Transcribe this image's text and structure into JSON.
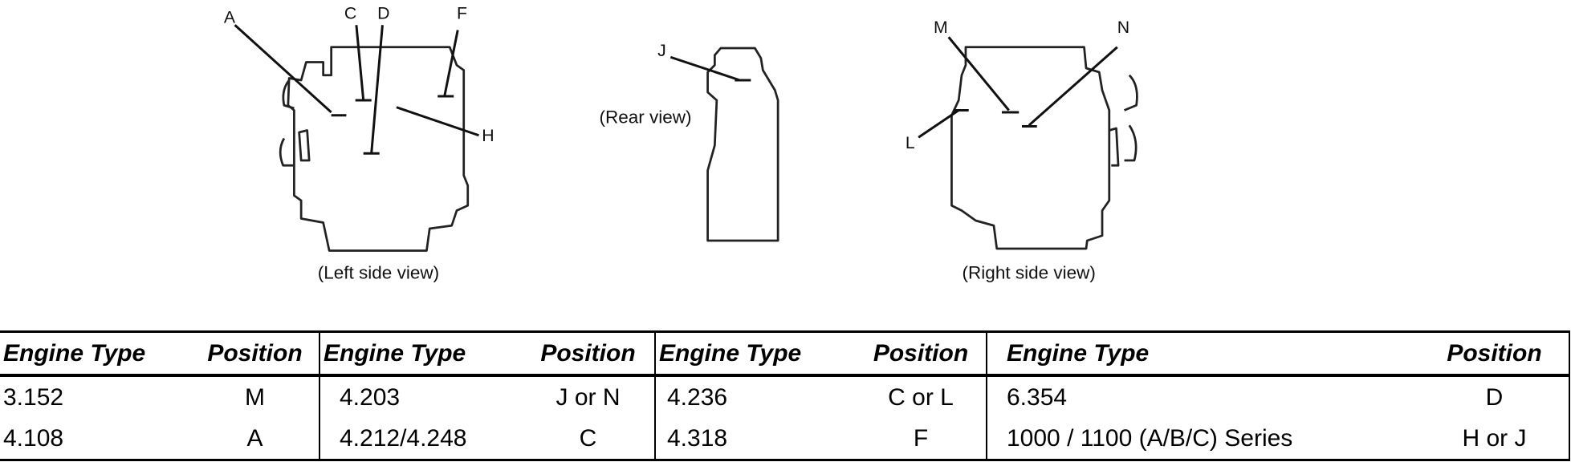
{
  "diagram": {
    "labels": {
      "A": "A",
      "C": "C",
      "D": "D",
      "F": "F",
      "H": "H",
      "J": "J",
      "M": "M",
      "N": "N",
      "L": "L"
    },
    "captions": {
      "left": "(Left side view)",
      "rear": "(Rear view)",
      "right": "(Right side view)"
    }
  },
  "table": {
    "headers": {
      "engine_type": "Engine Type",
      "position": "Position"
    },
    "rows": [
      [
        {
          "type": "3.152",
          "pos": "M"
        },
        {
          "type": "4.203",
          "pos": "J or N"
        },
        {
          "type": "4.236",
          "pos": "C or L"
        },
        {
          "type": "6.354",
          "pos": "D"
        }
      ],
      [
        {
          "type": "4.108",
          "pos": "A"
        },
        {
          "type": "4.212/4.248",
          "pos": "C"
        },
        {
          "type": "4.318",
          "pos": "F"
        },
        {
          "type": "1000 / 1100 (A/B/C) Series",
          "pos": "H or J"
        }
      ]
    ]
  }
}
